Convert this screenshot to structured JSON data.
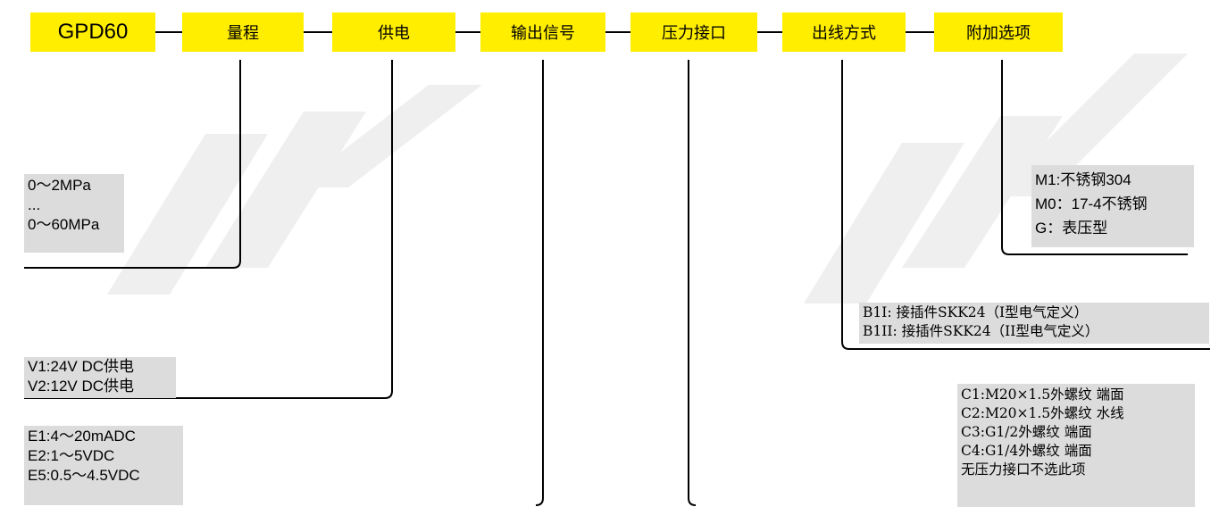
{
  "header": {
    "model": "GPD60",
    "fields": [
      "量程",
      "供电",
      "输出信号",
      "压力接口",
      "出线方式",
      "附加选项"
    ]
  },
  "options": {
    "range": [
      "0～2MPa",
      "...",
      "0～60MPa"
    ],
    "power": [
      "V1:24V DC供电",
      "V2:12V DC供电"
    ],
    "output": [
      "E1:4～20mADC",
      "E2:1～5VDC",
      "E5:0.5～4.5VDC"
    ],
    "interface": [
      "C1:M20×1.5外螺纹 端面",
      "C2:M20×1.5外螺纹 水线",
      "C3:G1/2外螺纹 端面",
      "C4:G1/4外螺纹 端面",
      "无压力接口不选此项"
    ],
    "wiring": [
      "B1I: 接插件SKK24（I型电气定义）",
      "B1II: 接插件SKK24（II型电气定义）"
    ],
    "extra": [
      "M1:不锈钢304",
      "M0：17-4不锈钢",
      "G：表压型"
    ]
  },
  "colors": {
    "box": "#ffee00",
    "note": "#dcdcdc",
    "watermark": "#eeeeee",
    "line": "#000000"
  }
}
